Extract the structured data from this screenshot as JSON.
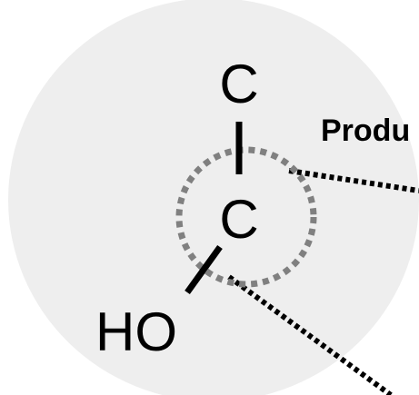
{
  "molecule": {
    "atoms": {
      "top_carbon": "C",
      "center_carbon": "C",
      "hydroxyl": "HO"
    }
  },
  "annotation": {
    "label": "Produ"
  },
  "colors": {
    "background_circle": "#eeeeee",
    "highlight_circle": "#808080",
    "bonds": "#000000",
    "leader_lines": "#000000"
  }
}
